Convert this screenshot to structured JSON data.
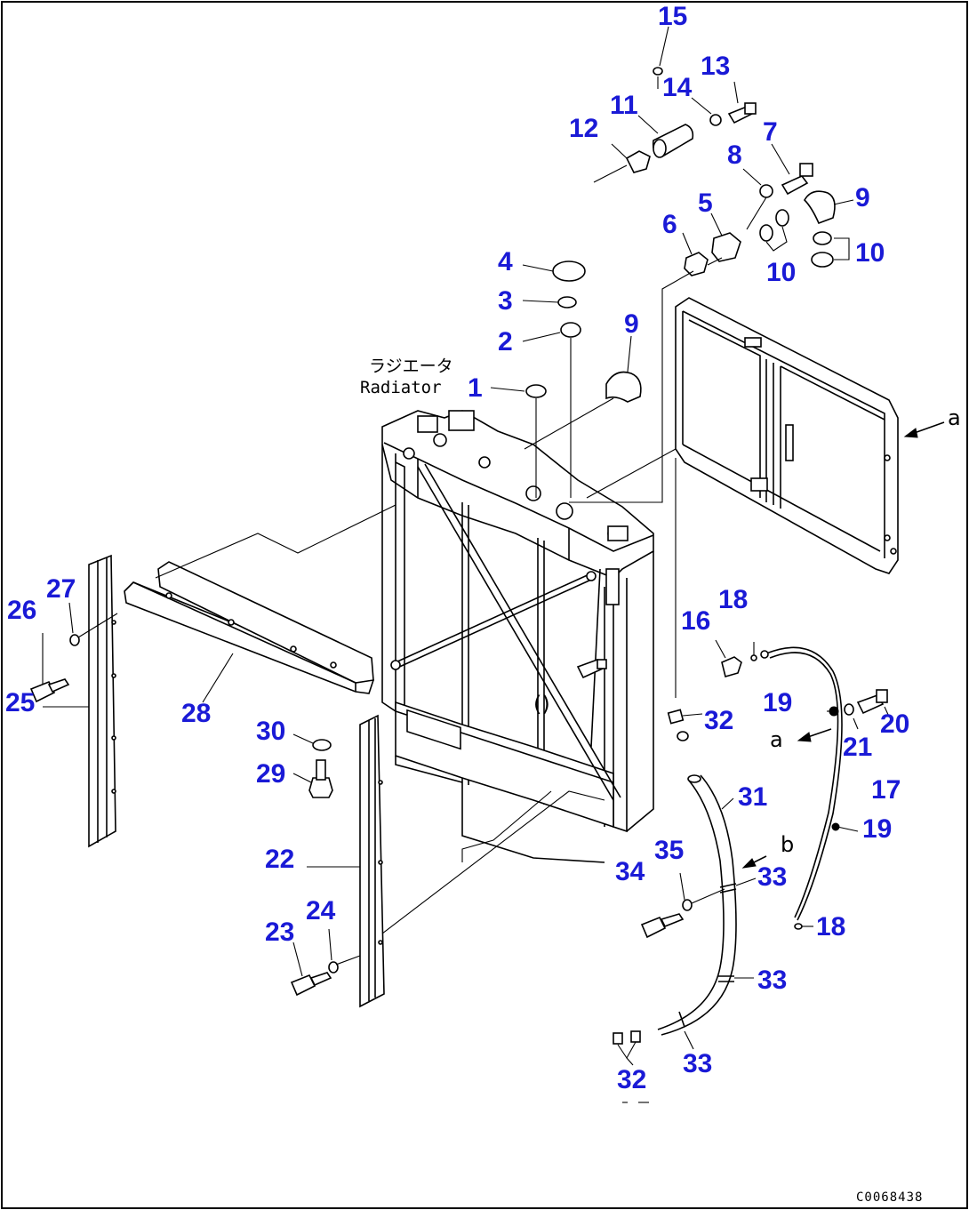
{
  "labels": {
    "radiator_jp": "ラジエータ",
    "radiator_en": "Radiator",
    "drawing_code": "C0068438"
  },
  "letters": {
    "a": "a",
    "b": "b"
  },
  "callouts": {
    "c1": "1",
    "c2": "2",
    "c3": "3",
    "c4": "4",
    "c5": "5",
    "c6": "6",
    "c7": "7",
    "c8": "8",
    "c9a": "9",
    "c9b": "9",
    "c10a": "10",
    "c10b": "10",
    "c11": "11",
    "c12": "12",
    "c13": "13",
    "c14": "14",
    "c15": "15",
    "c16": "16",
    "c17": "17",
    "c18a": "18",
    "c18b": "18",
    "c19a": "19",
    "c19b": "19",
    "c20": "20",
    "c21": "21",
    "c22": "22",
    "c23": "23",
    "c24": "24",
    "c25": "25",
    "c26": "26",
    "c27": "27",
    "c28": "28",
    "c29": "29",
    "c30": "30",
    "c31": "31",
    "c32a": "32",
    "c32b": "32",
    "c33a": "33",
    "c33b": "33",
    "c33c": "33",
    "c34": "34",
    "c35": "35"
  },
  "colors": {
    "callout": "#1a1ad6",
    "line": "#000000",
    "background": "#ffffff"
  }
}
